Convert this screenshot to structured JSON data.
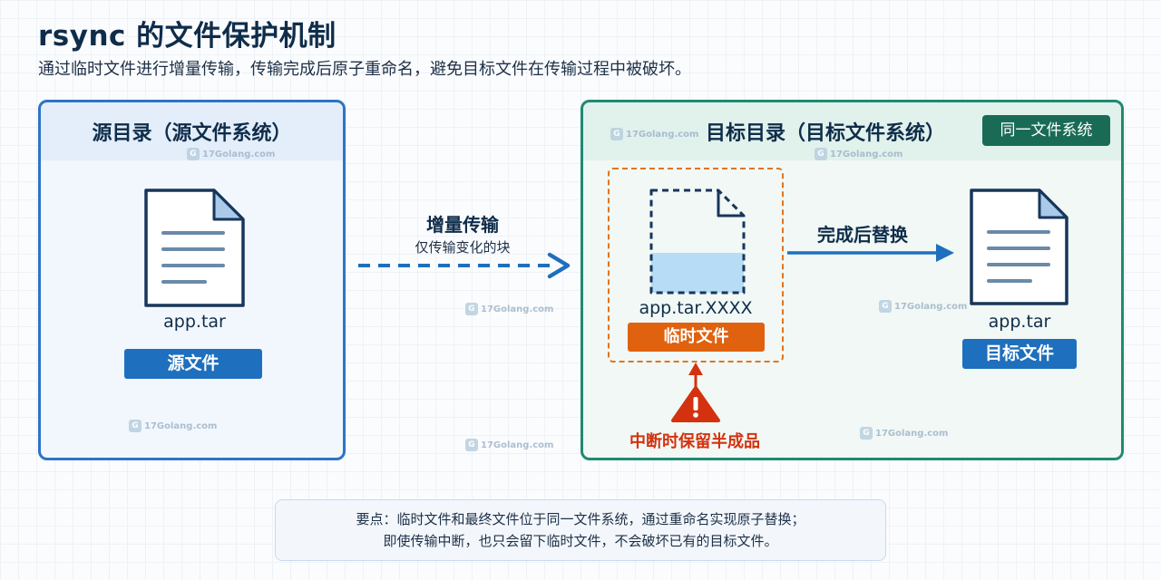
{
  "header": {
    "title": "rsync 的文件保护机制",
    "subtitle": "通过临时文件进行增量传输，传输完成后原子重命名，避免目标文件在传输过程中被破坏。"
  },
  "source_panel": {
    "title": "源目录（源文件系统）",
    "file_name": "app.tar",
    "tag": "源文件"
  },
  "transfer": {
    "title": "增量传输",
    "subtitle": "仅传输变化的块"
  },
  "target_panel": {
    "title": "目标目录（目标文件系统）",
    "badge": "同一文件系统",
    "temp_file_name": "app.tar.XXXX",
    "temp_tag": "临时文件",
    "replace_label": "完成后替换",
    "final_file_name": "app.tar",
    "final_tag": "目标文件",
    "warning_label": "中断时保留半成品"
  },
  "note": {
    "line1": "要点：临时文件和最终文件位于同一文件系统，通过重命名实现原子替换；",
    "line2": "即使传输中断，也只会留下临时文件，不会破坏已有的目标文件。"
  },
  "watermark": "17Golang.com",
  "colors": {
    "source_border": "#2d74c4",
    "target_border": "#1f8a72",
    "temp_accent": "#e0620f",
    "warning": "#d4320f",
    "tag_blue": "#1e6fbd",
    "badge_green": "#1a6b55"
  }
}
